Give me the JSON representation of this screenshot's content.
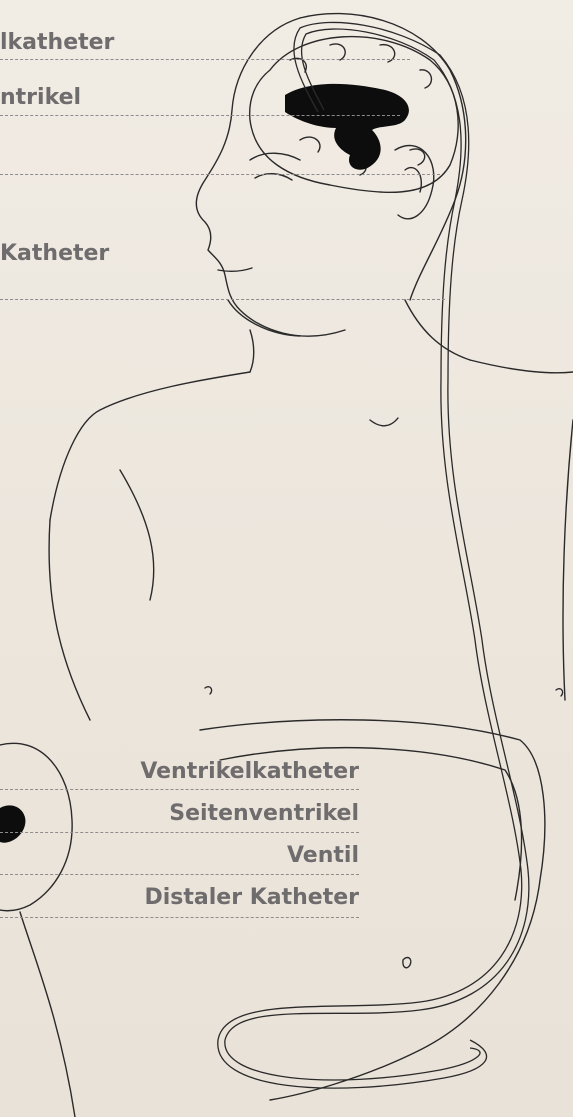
{
  "upper_labels": {
    "ventricle_catheter": "lkatheter",
    "lateral_ventricle": "ntrikel",
    "distal_catheter": "Katheter"
  },
  "lower_labels": {
    "ventricle_catheter": "Ventrikelkatheter",
    "lateral_ventricle": "Seitenventrikel",
    "valve": "Ventil",
    "distal_catheter": "Distaler Katheter"
  },
  "colors": {
    "background": "#efe9e1",
    "label_text": "#6f6c6e",
    "leader_line": "#8f8b8c",
    "ink": "#2b2a2a",
    "ventricle_fill": "#0d0d0d"
  }
}
